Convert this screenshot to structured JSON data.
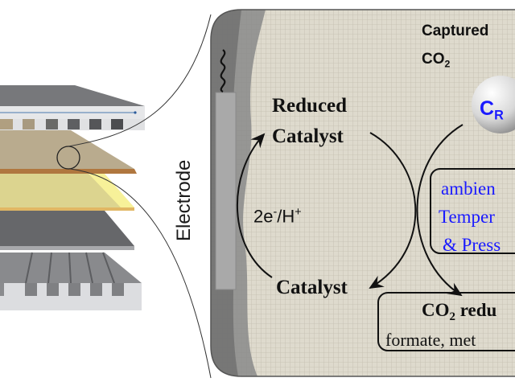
{
  "figure": {
    "left_panel": {
      "description": "exploded electrochemical cell stack",
      "layers": [
        {
          "name": "flow-field-plate-top",
          "color": "#7c7d80"
        },
        {
          "name": "catalyst-layer",
          "color": "#b8a98a"
        },
        {
          "name": "membrane",
          "color": "#f3ec9f"
        },
        {
          "name": "gas-diffusion-layer",
          "color": "#6b6c6f"
        },
        {
          "name": "flow-field-plate-bottom",
          "color": "#8a8b8e"
        }
      ]
    },
    "electrode_label": "Electrode",
    "captured": {
      "line1": "Captured",
      "line2_main": "CO",
      "line2_sub": "2"
    },
    "captured_sphere": {
      "main": "C",
      "sub": "R"
    },
    "reduced_catalyst": {
      "line1": "Reduced",
      "line2": "Catalyst"
    },
    "electron_transfer": {
      "prefix": "2e",
      "sup1": "-",
      "mid": "/H",
      "sup2": "+"
    },
    "catalyst": "Catalyst",
    "conditions": {
      "line1": "ambien",
      "line2": "Temper",
      "line3": "& Press"
    },
    "product": {
      "title_main": "CO",
      "title_sub": "2",
      "title_rest": " redu",
      "subtitle": "formate, met"
    },
    "colors": {
      "accent_blue": "#1a1aff",
      "text_dark": "#111111",
      "panel_bg": "#ddd9cc",
      "electrode_gray": "#a9a9a9"
    }
  }
}
